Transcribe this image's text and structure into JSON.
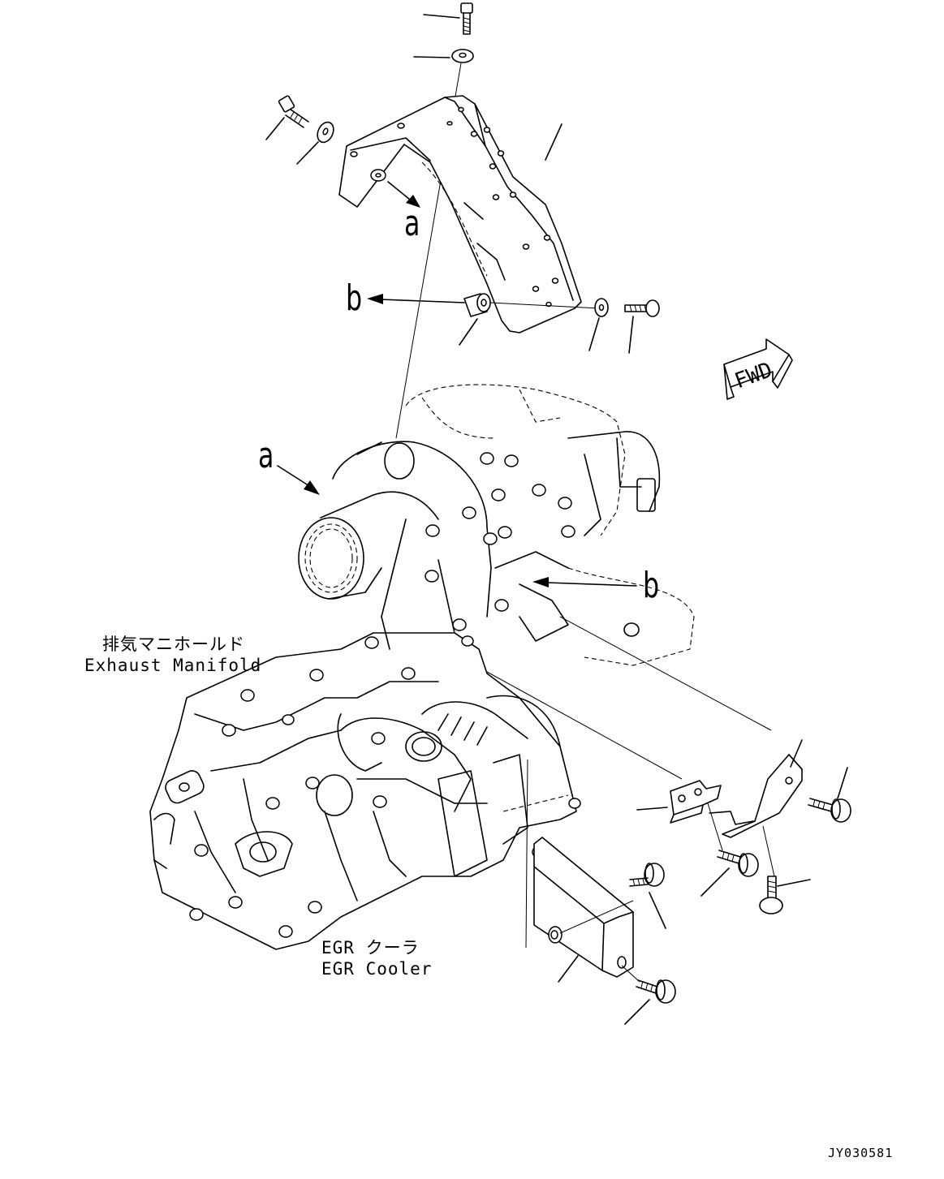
{
  "labels": {
    "callout_a": "a",
    "callout_b": "b",
    "fwd": "FWD",
    "exhaust_manifold_jp": "排気マニホールド",
    "exhaust_manifold_en": "Exhaust Manifold",
    "egr_cooler_jp": "EGR クーラ",
    "egr_cooler_en": "EGR Cooler",
    "drawing_code": "JY030581"
  }
}
